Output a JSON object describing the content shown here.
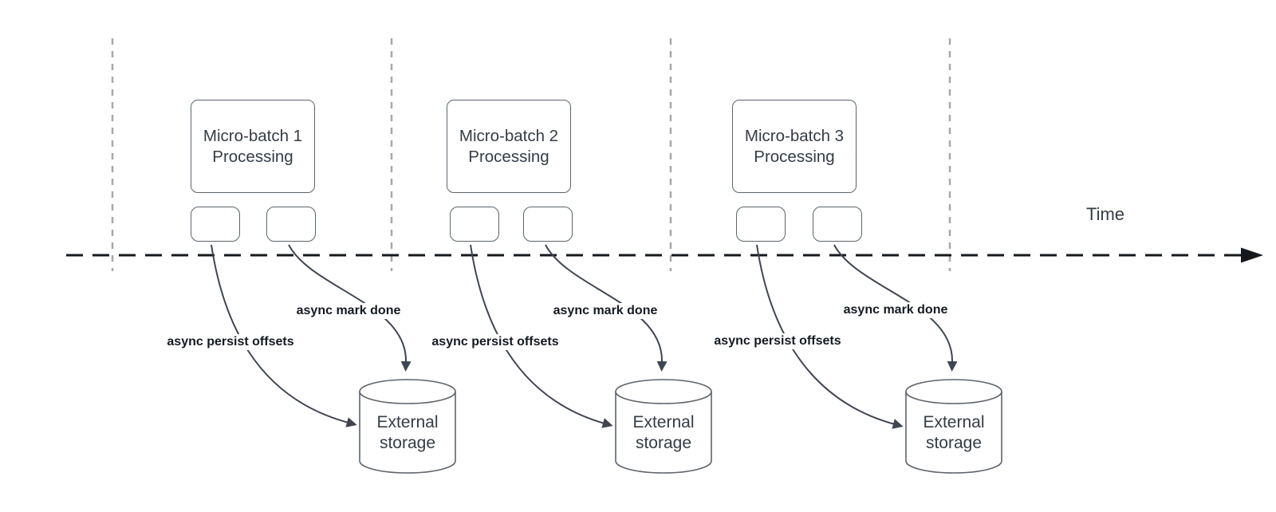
{
  "diagram": {
    "time_axis_label": "Time",
    "groups": [
      {
        "id": 1,
        "title_line1": "Micro-batch 1",
        "title_line2": "Processing",
        "persist_label": "async persist offsets",
        "mark_label": "async mark done",
        "storage_line1": "External",
        "storage_line2": "storage"
      },
      {
        "id": 2,
        "title_line1": "Micro-batch 2",
        "title_line2": "Processing",
        "persist_label": "async persist offsets",
        "mark_label": "async mark done",
        "storage_line1": "External",
        "storage_line2": "storage"
      },
      {
        "id": 3,
        "title_line1": "Micro-batch 3",
        "title_line2": "Processing",
        "persist_label": "async persist offsets",
        "mark_label": "async mark done",
        "storage_line1": "External",
        "storage_line2": "storage"
      }
    ]
  },
  "colors": {
    "shape_border": "#5d646d",
    "edge": "#3f4652",
    "axis": "#15181d",
    "gridline": "#a8a8a8",
    "text": "#343c46",
    "label_text": "#141a22"
  }
}
